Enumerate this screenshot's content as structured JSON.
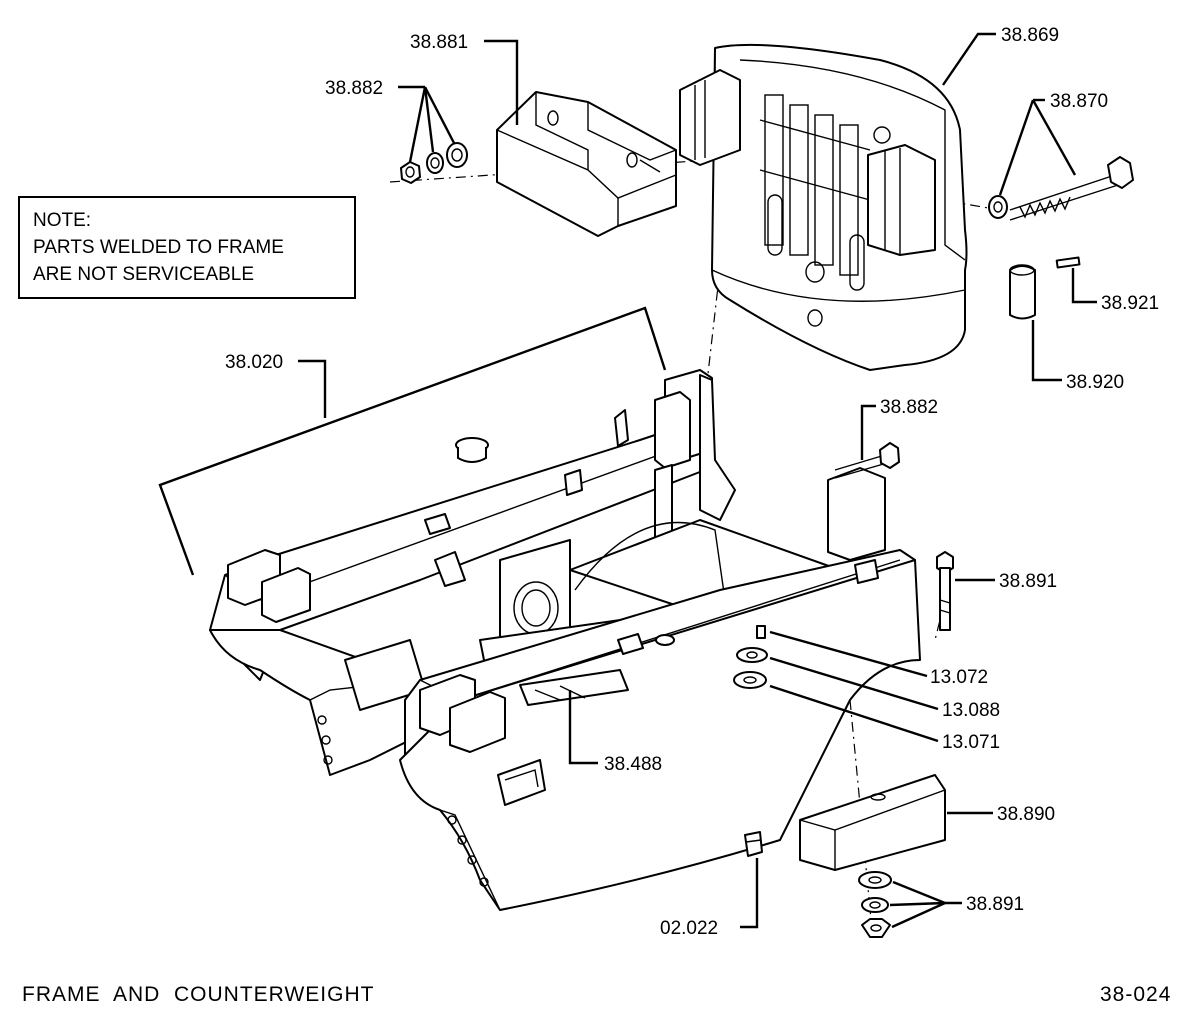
{
  "note": {
    "lines": [
      "NOTE:",
      "PARTS WELDED TO FRAME",
      "ARE NOT SERVICEABLE"
    ]
  },
  "callouts": {
    "p38881": "38.881",
    "p38882_top": "38.882",
    "p38869": "38.869",
    "p38870": "38.870",
    "p38921": "38.921",
    "p38920": "38.920",
    "p38020": "38.020",
    "p38882_mid": "38.882",
    "p38891_bolt": "38.891",
    "p13072": "13.072",
    "p13088": "13.088",
    "p13071": "13.071",
    "p38488": "38.488",
    "p38890": "38.890",
    "p38891_nuts": "38.891",
    "p02022": "02.022"
  },
  "footer": {
    "title": "FRAME  AND  COUNTERWEIGHT",
    "code": "38-024"
  }
}
